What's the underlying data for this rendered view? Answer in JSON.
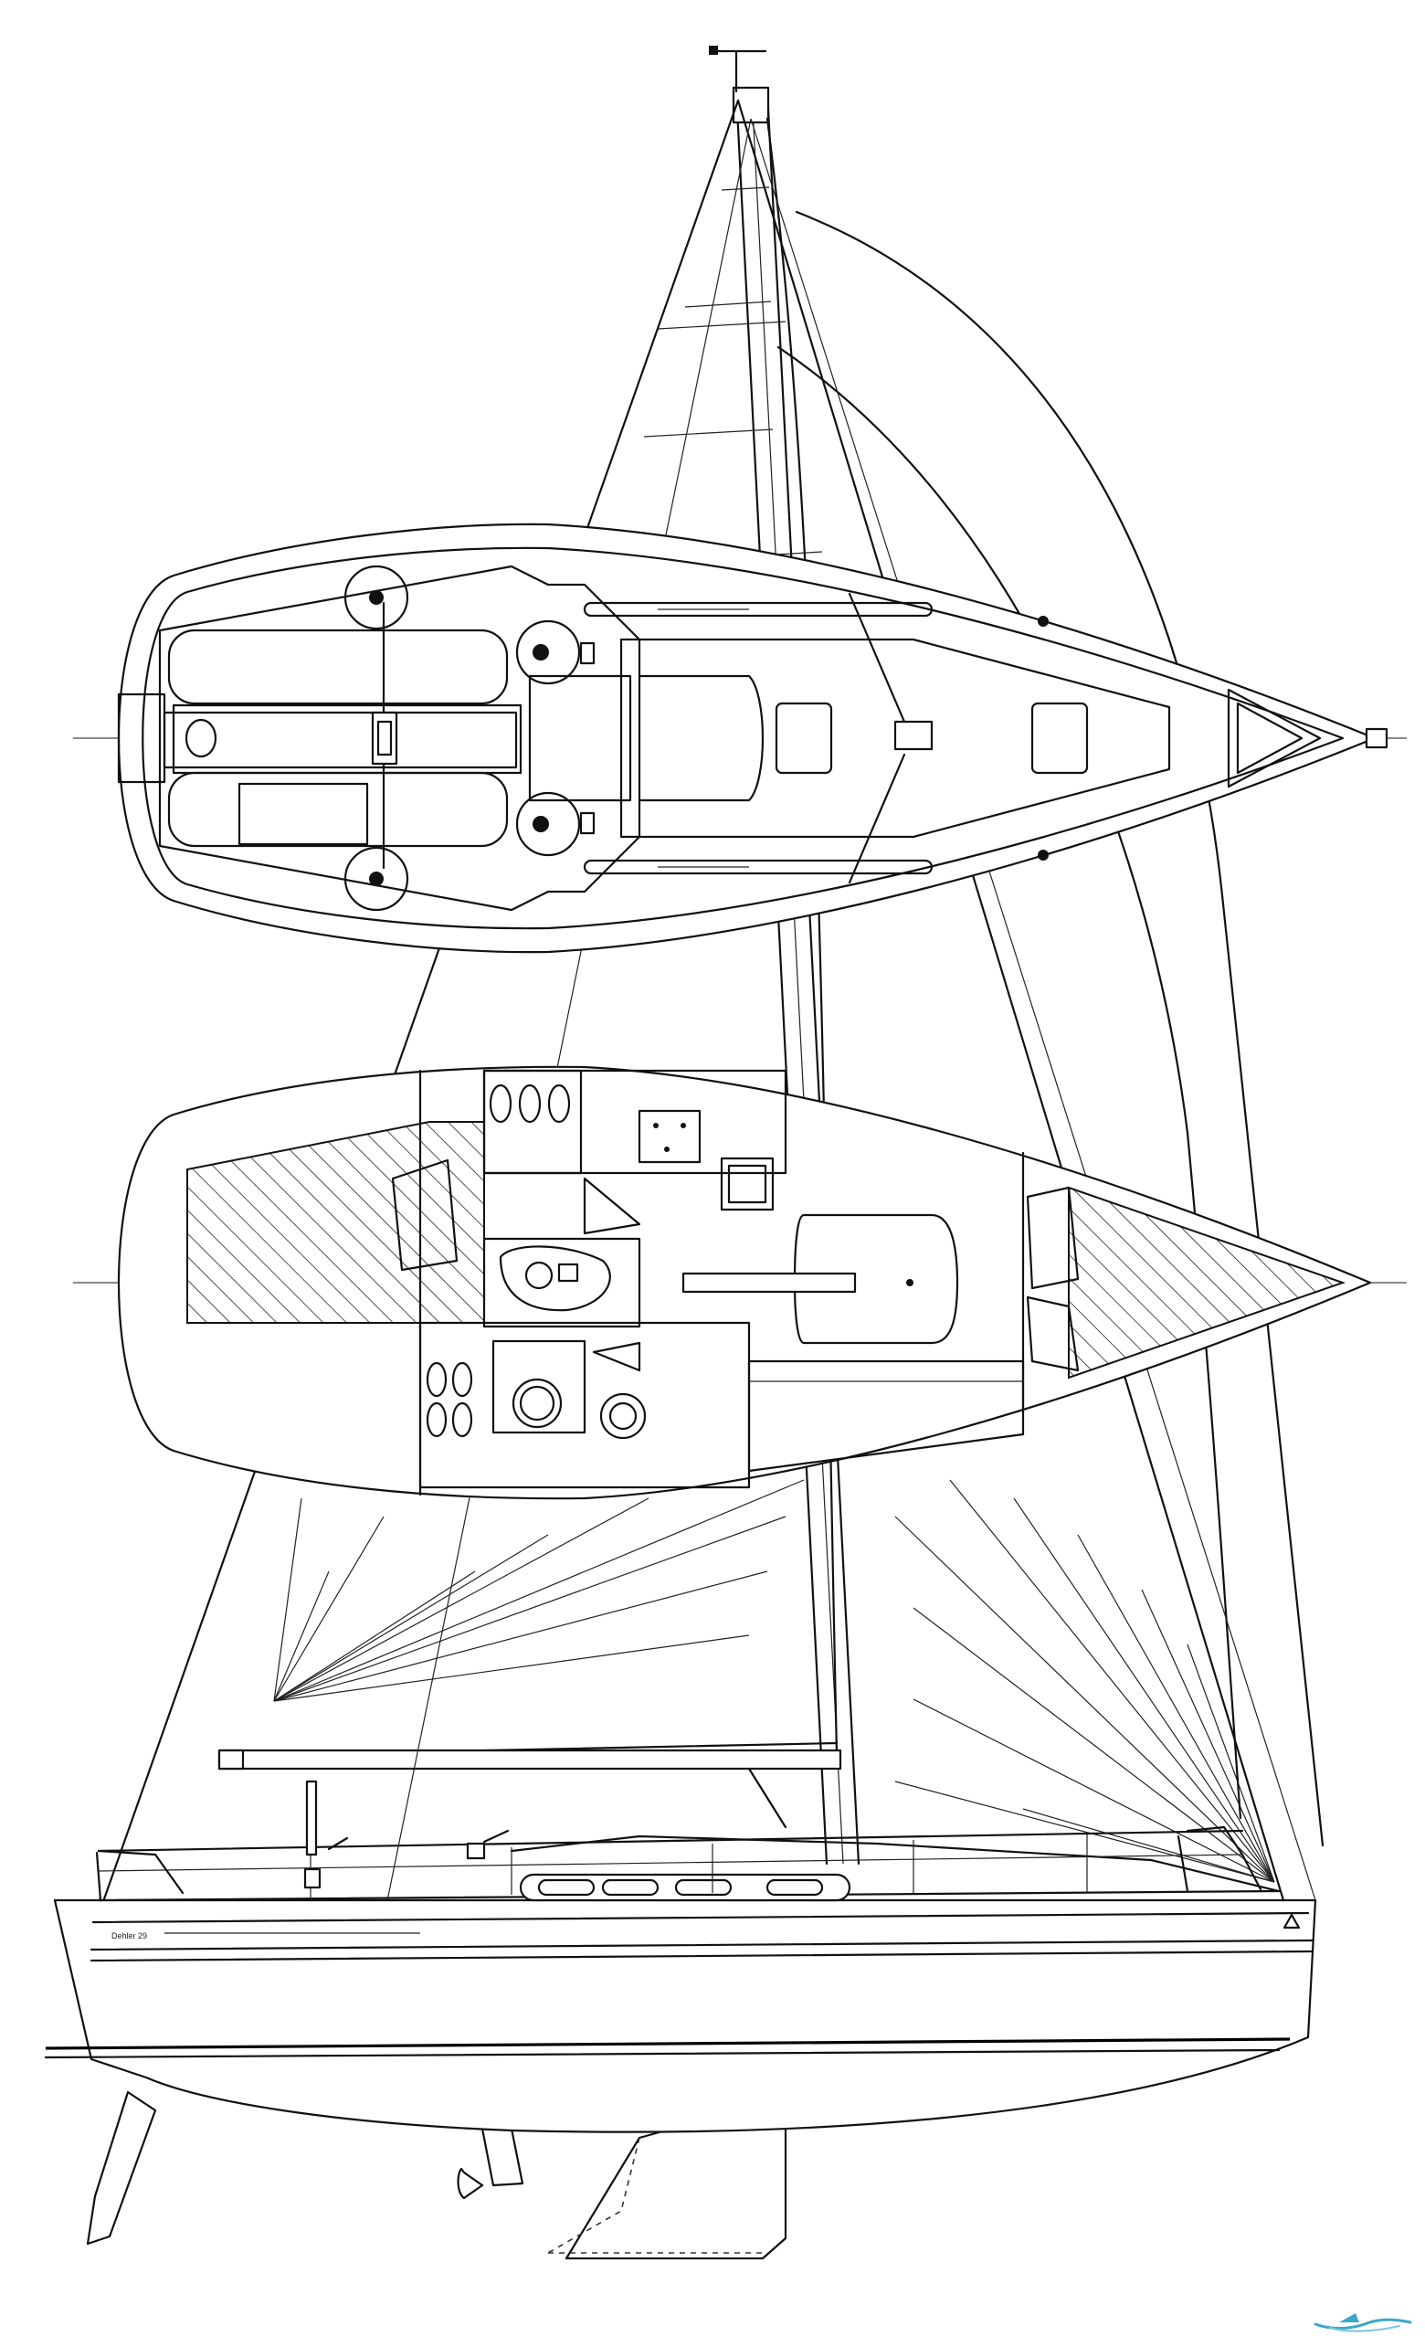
{
  "drawing": {
    "views": [
      "deck-plan",
      "accommodation-plan",
      "sail-plan-profile"
    ]
  },
  "hull": {
    "name_plate_text": "Dehler 29"
  },
  "watermark": {
    "icon": "boat-watermark-icon",
    "color": "#3aa7c9"
  }
}
